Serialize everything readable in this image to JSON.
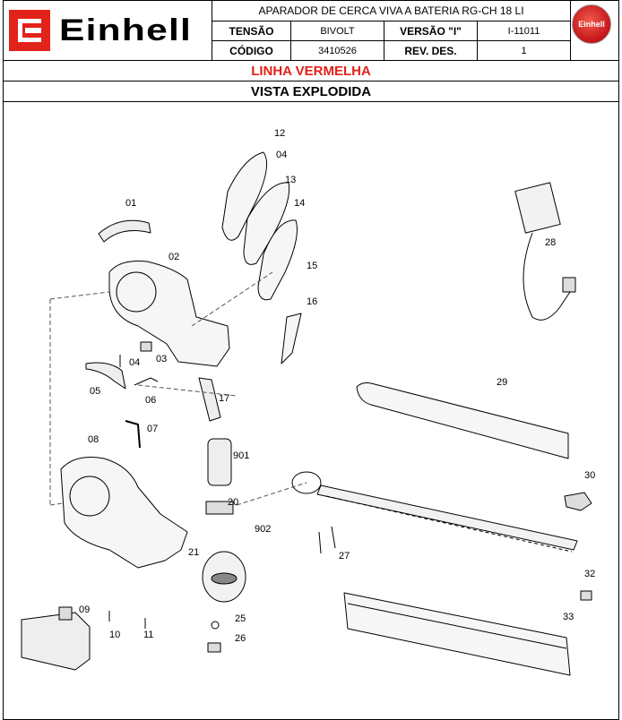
{
  "header": {
    "brand": "Einhell",
    "product_title": "APARADOR DE CERCA VIVA A BATERIA RG-CH 18 LI",
    "tensao_label": "TENSÃO",
    "tensao_value": "BIVOLT",
    "versao_label": "VERSÃO \"I\"",
    "versao_value": "I-11011",
    "codigo_label": "CÓDIGO",
    "codigo_value": "3410526",
    "rev_label": "REV. DES.",
    "rev_value": "1",
    "badge_text": "Einhell"
  },
  "line_title": "LINHA VERMELHA",
  "view_title": "VISTA EXPLODIDA",
  "parts": [
    "01",
    "02",
    "03",
    "04",
    "04",
    "05",
    "06",
    "07",
    "08",
    "09",
    "10",
    "11",
    "12",
    "13",
    "14",
    "15",
    "16",
    "17",
    "20",
    "21",
    "25",
    "26",
    "27",
    "28",
    "29",
    "30",
    "32",
    "33",
    "901",
    "902"
  ],
  "colors": {
    "brand_red": "#e2231a",
    "line_title_red": "#e2231a"
  }
}
